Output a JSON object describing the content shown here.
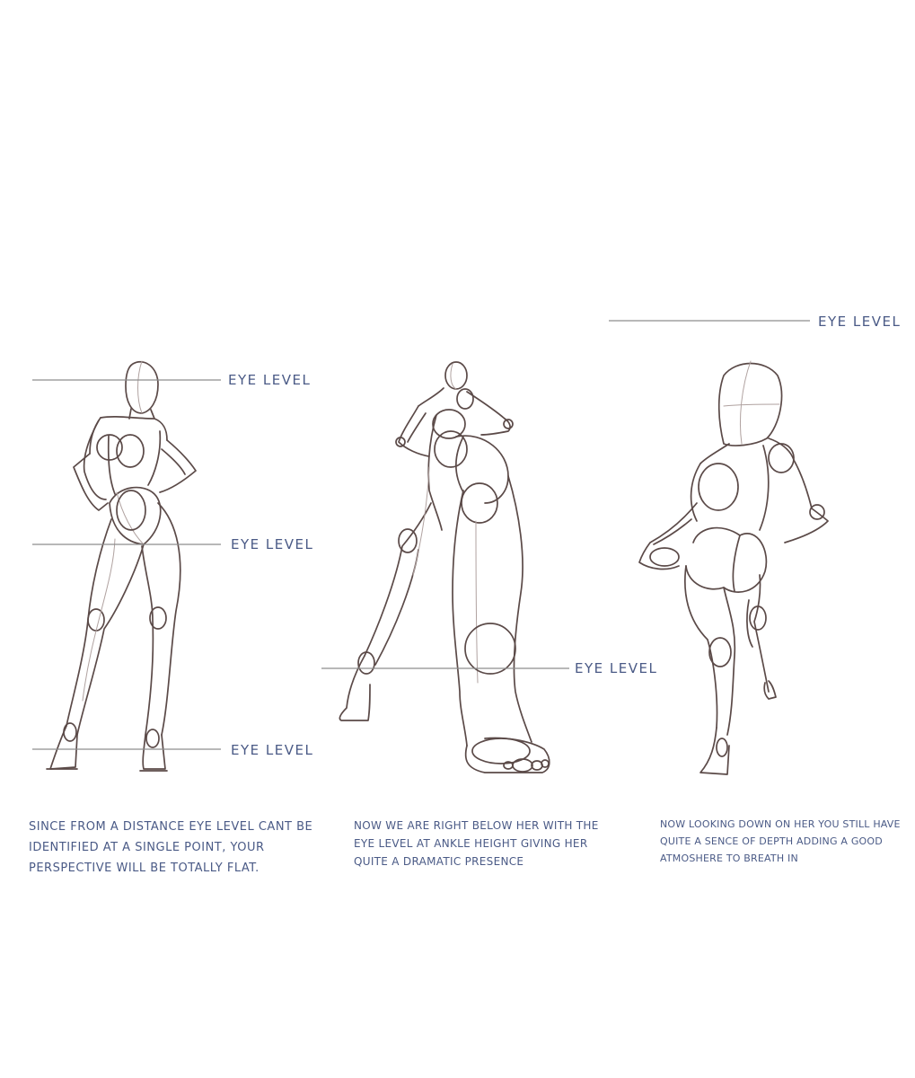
{
  "eye_level_label": "EYE LEVEL",
  "captions": [
    "SINCE FROM A DISTANCE EYE LEVEL CANT BE IDENTIFIED AT A SINGLE POINT, YOUR PERSPECTIVE WILL BE TOTALLY FLAT.",
    "NOW WE ARE RIGHT BELOW HER WITH THE EYE LEVEL AT ANKLE HEIGHT GIVING HER QUITE A DRAMATIC PRESENCE",
    "NOW LOOKING DOWN ON HER YOU STILL HAVE QUITE A SENCE OF DEPTH ADDING A GOOD ATMOSHERE TO BREATH IN"
  ],
  "colors": {
    "label_ink": "#4a5a86",
    "sketch_ink": "#5b4a48",
    "horizon_line": "#8d8d8d"
  }
}
